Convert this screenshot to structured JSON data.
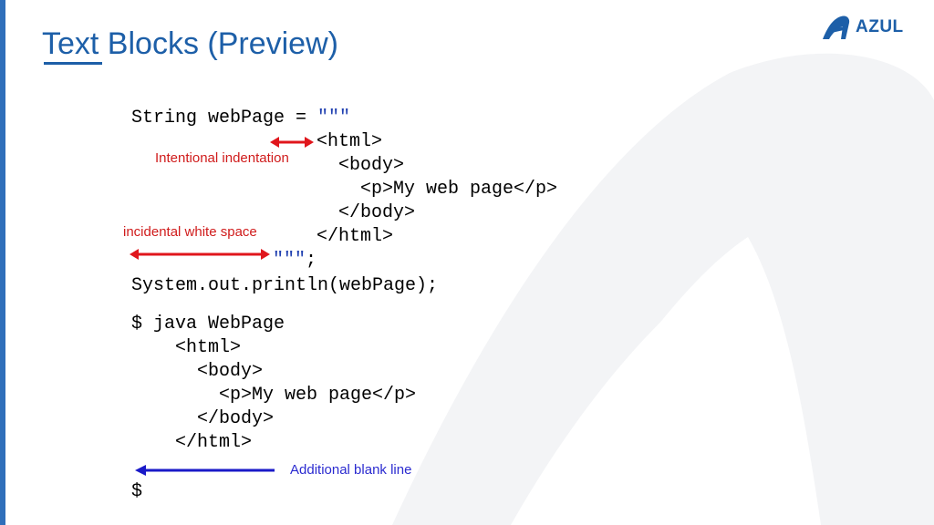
{
  "slide": {
    "title": "Text Blocks (Preview)",
    "logo_text": "AZUL"
  },
  "code_source": {
    "line1_prefix": "String webPage = ",
    "line1_quotes": "\"\"\"",
    "line2": "<html>",
    "line3": "<body>",
    "line4": "<p>My web page</p>",
    "line5": "</body>",
    "line6": "</html>",
    "line7_quotes": "\"\"\"",
    "line7_suffix": ";",
    "line8": "System.out.println(webPage);"
  },
  "code_output": {
    "line1": "$ java WebPage",
    "line2": "<html>",
    "line3": "<body>",
    "line4": "<p>My web page</p>",
    "line5": "</body>",
    "line6": "</html>",
    "line7": "$"
  },
  "annotations": {
    "intentional": "Intentional indentation",
    "incidental": "incidental white space",
    "blank_line": "Additional blank line"
  },
  "colors": {
    "title": "#1d5fa8",
    "red_arrow": "#e0161c",
    "blue_arrow": "#1a1ac8"
  }
}
